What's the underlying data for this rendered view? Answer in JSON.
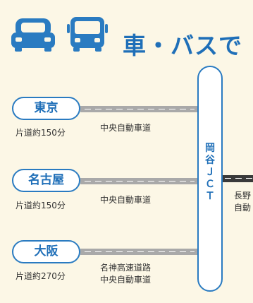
{
  "title": "車・バスで",
  "icons": [
    "car-icon",
    "bus-icon"
  ],
  "routes": [
    {
      "city": "東京",
      "time": "片道約150分",
      "road": "中央自動車道"
    },
    {
      "city": "名古屋",
      "time": "片道約150分",
      "road": "中央自動車道"
    },
    {
      "city": "大阪",
      "time": "片道約270分",
      "road_lines": [
        "名神高速道路",
        "中央自動車道"
      ]
    }
  ],
  "jct": {
    "label": "岡\n谷\nＪ\nＣ\nＴ"
  },
  "right_road_lines": [
    "長野",
    "自動"
  ],
  "colors": {
    "accent": "#1f6fb8",
    "background": "#fcf7e6",
    "road_gray": "#a9a9a9",
    "road_dark": "#3a3a3a"
  }
}
